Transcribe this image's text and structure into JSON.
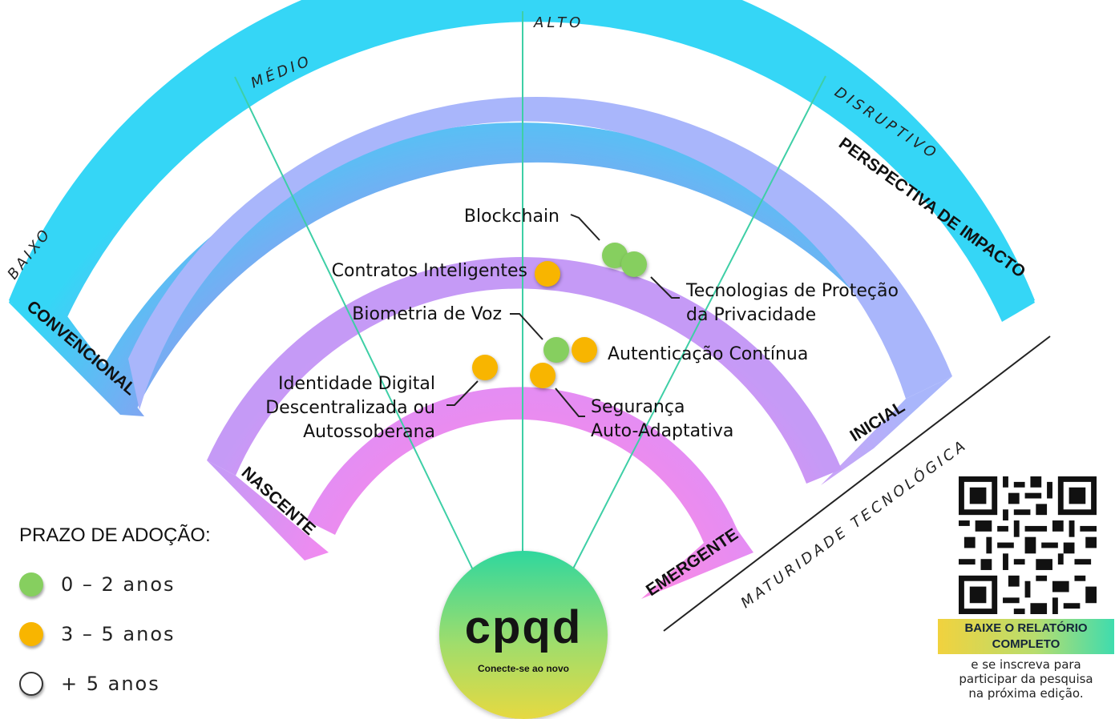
{
  "diagram": {
    "rings": [
      {
        "label": "CONVENCIONAL",
        "color_outer": "#35d6f6",
        "color_inner": "#a98cf0"
      },
      {
        "label": "INICIAL",
        "color_outer": "#a9b6fb",
        "color_inner": "#dc96f4"
      },
      {
        "label": "NASCENTE",
        "color_outer": "#c59af6",
        "color_inner": "#f08af0"
      },
      {
        "label": "EMERGENTE",
        "color_outer": "#e58df3",
        "color_inner": "#f78ae6"
      }
    ],
    "impact_axis": {
      "title": "PERSPECTIVA DE IMPACTO",
      "levels": [
        "BAIXO",
        "MÉDIO",
        "ALTO",
        "DISRUPTIVO"
      ]
    },
    "maturity_axis_title": "MATURIDADE TECNOLÓGICA",
    "technologies": [
      {
        "name": "Blockchain",
        "adoption": "0 – 2 anos"
      },
      {
        "name": "Tecnologias de Proteção da Privacidade",
        "line1": "Tecnologias de Proteção",
        "line2": "da Privacidade",
        "adoption": "0 – 2 anos"
      },
      {
        "name": "Contratos Inteligentes",
        "adoption": "3 – 5 anos"
      },
      {
        "name": "Biometria de Voz",
        "adoption": "0 – 2 anos"
      },
      {
        "name": "Autenticação Contínua",
        "adoption": "3 – 5 anos"
      },
      {
        "name": "Identidade Digital Descentralizada ou Autossoberana",
        "line1": "Identidade Digital",
        "line2": "Descentralizada ou",
        "line3": "Autossoberana",
        "adoption": "3 – 5 anos"
      },
      {
        "name": "Segurança Auto-Adaptativa",
        "line1": "Segurança",
        "line2": "Auto-Adaptativa",
        "adoption": "3 – 5 anos"
      }
    ]
  },
  "legend": {
    "title": "PRAZO DE ADOÇÃO:",
    "items": [
      {
        "label": "0 – 2 anos",
        "color": "#86cf5f"
      },
      {
        "label": "3 – 5 anos",
        "color": "#f8b500"
      },
      {
        "label": "+ 5 anos",
        "color": "#ffffff"
      }
    ]
  },
  "logo": {
    "mark": "cpqd",
    "tagline": "Conecte-se ao novo"
  },
  "promo": {
    "cta_line1": "BAIXE O RELATÓRIO",
    "cta_line2": "COMPLETO",
    "note_line1": "e se inscreva para",
    "note_line2": "participar da pesquisa",
    "note_line3": "na próxima edição."
  }
}
